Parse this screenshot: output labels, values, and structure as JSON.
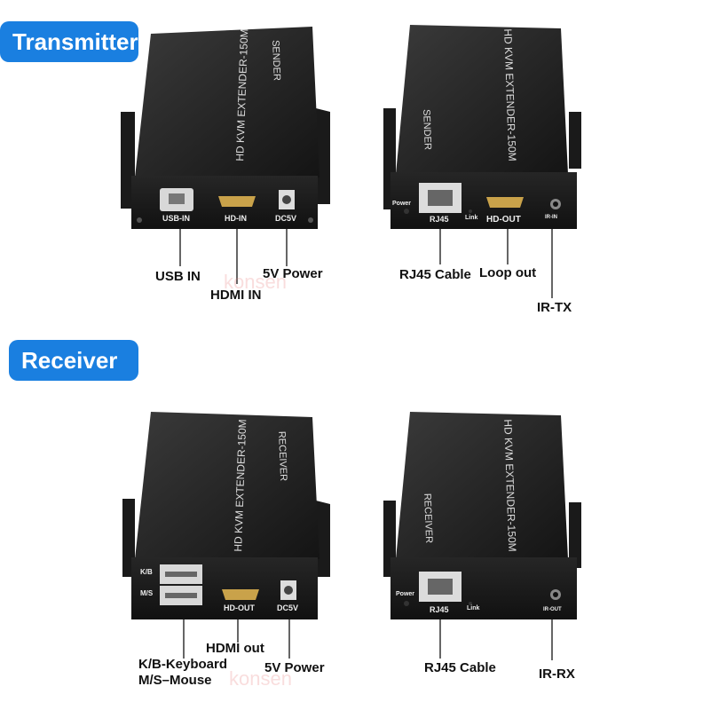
{
  "badges": {
    "transmitter": "Transmitter",
    "receiver": "Receiver"
  },
  "device": {
    "model_text": "HD KVM EXTENDER-150M",
    "sender_text": "SENDER",
    "receiver_text": "RECEIVER"
  },
  "port_labels": {
    "usb_in": "USB-IN",
    "hd_in": "HD-IN",
    "dc5v": "DC5V",
    "power": "Power",
    "rj45": "RJ45",
    "link": "Link",
    "hd_out": "HD-OUT",
    "ir_in": "IR-IN",
    "ir_out": "IR-OUT",
    "kb": "K/B",
    "ms": "M/S"
  },
  "callouts": {
    "usb_in": "USB IN",
    "hdmi_in": "HDMI IN",
    "power_5v": "5V Power",
    "rj45_cable": "RJ45 Cable",
    "loop_out": "Loop out",
    "ir_tx": "IR-TX",
    "hdmi_out": "HDMI out",
    "kb_keyboard": "K/B-Keyboard",
    "ms_mouse": "M/S–Mouse",
    "ir_rx": "IR-RX"
  },
  "watermark": "konsen",
  "colors": {
    "badge": "#1a7fe0",
    "device_body": "#1c1c1c",
    "port_gray": "#cfcfcf",
    "hdmi_gold": "#c9a24a"
  }
}
